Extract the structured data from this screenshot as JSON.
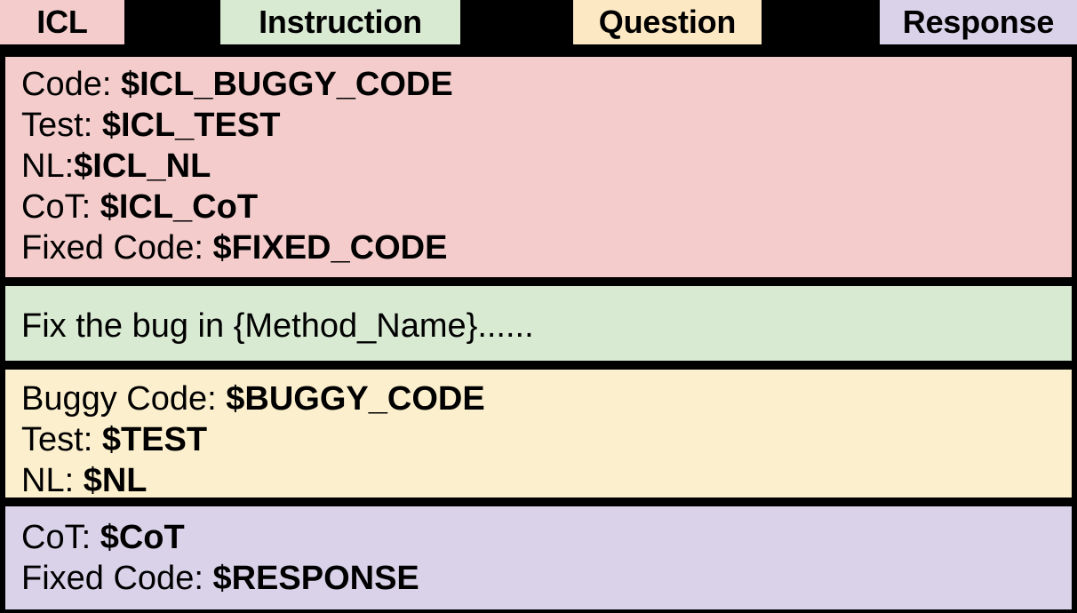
{
  "legend": {
    "tags": [
      {
        "id": "icl",
        "label": "ICL",
        "color": "#F4CCCC"
      },
      {
        "id": "instruction",
        "label": "Instruction",
        "color": "#D9EAD3"
      },
      {
        "id": "question",
        "label": "Question",
        "color": "#FCE8C3"
      },
      {
        "id": "response",
        "label": "Response",
        "color": "#D9D2E9"
      }
    ]
  },
  "blocks": {
    "icl": {
      "color": "#F4CCCC",
      "lines": [
        {
          "label": "Code: ",
          "value": "$ICL_BUGGY_CODE"
        },
        {
          "label": "Test: ",
          "value": "$ICL_TEST"
        },
        {
          "label": "NL:",
          "value": "$ICL_NL"
        },
        {
          "label": "CoT: ",
          "value": "$ICL_CoT"
        },
        {
          "label": "Fixed Code: ",
          "value": "$FIXED_CODE"
        }
      ]
    },
    "instruction": {
      "color": "#D9EAD3",
      "lines": [
        {
          "label": "Fix the bug in {Method_Name}......",
          "value": ""
        }
      ]
    },
    "question": {
      "color": "#FCEFCD",
      "lines": [
        {
          "label": "Buggy Code: ",
          "value": "$BUGGY_CODE"
        },
        {
          "label": "Test: ",
          "value": "$TEST"
        },
        {
          "label": "NL: ",
          "value": "$NL"
        }
      ]
    },
    "response": {
      "color": "#D9D2E9",
      "lines": [
        {
          "label": "CoT: ",
          "value": "$CoT"
        },
        {
          "label": "Fixed Code: ",
          "value": "$RESPONSE"
        }
      ]
    }
  }
}
